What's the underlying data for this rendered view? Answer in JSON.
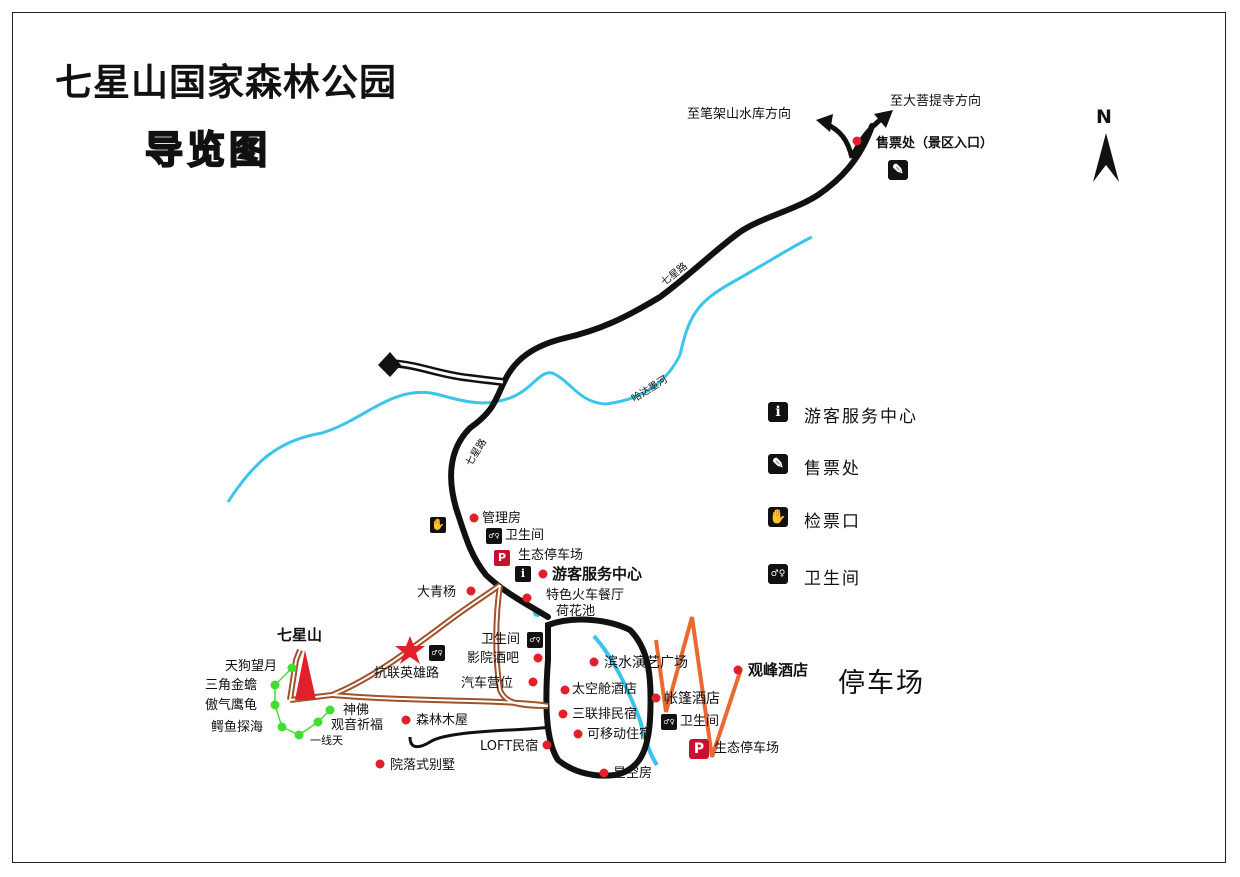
{
  "title": "七星山国家森林公园",
  "subtitle": "导览图",
  "north": "N",
  "directions": {
    "bijiashan": "至笔架山水库方向",
    "dapu": "至大菩提寺方向"
  },
  "ticket_office_entrance": "售票处（景区入口）",
  "roads": {
    "qixing_upper": "七星路",
    "qixing_lower": "七星路",
    "river": "哈达墨河"
  },
  "legend": [
    {
      "icon": "info-icon",
      "label": "游客服务中心"
    },
    {
      "icon": "ticket-office-icon",
      "label": "售票处"
    },
    {
      "icon": "ticket-check-icon",
      "label": "检票口"
    },
    {
      "icon": "restroom-icon",
      "label": "卫生间"
    }
  ],
  "parking_area_label": "停车场",
  "places": {
    "guanlifang": "管理房",
    "weishengjian1": "卫生间",
    "parking1": "生态停车场",
    "visitor_center": "游客服务中心",
    "daqingyang": "大青杨",
    "train_restaurant": "特色火车餐厅",
    "lotus_pond": "荷花池",
    "weishengjian2": "卫生间",
    "cinema_bar": "影院酒吧",
    "camp": "汽车营位",
    "hero_road": "抗联英雄路",
    "qixingshan": "七星山",
    "tiangou": "天狗望月",
    "sanjiao": "三角金蟾",
    "aoqi": "傲气鹰龟",
    "eyu": "鳄鱼探海",
    "shenfo": "神佛",
    "guanyin": "观音祈福",
    "yixiantian": "一线天",
    "senlin_muwu": "森林木屋",
    "yuanluo": "院落式别墅",
    "loft": "LOFT民宿",
    "binshui": "滨水演艺广场",
    "space_hotel": "太空舱酒店",
    "sanlian": "三联排民宿",
    "mobile": "可移动住宿",
    "star_room": "星空房",
    "tent_hotel": "帐篷酒店",
    "weishengjian3": "卫生间",
    "parking2": "生态停车场",
    "guanfeng_hotel": "观峰酒店"
  },
  "icon_glyphs": {
    "info": "i",
    "parking": "P",
    "restroom": "♂♀",
    "ticket_check": "✋",
    "ticket_office": "✎"
  },
  "colors": {
    "road": "#111111",
    "river": "#3cc4ea",
    "trail": "#a0522d",
    "zigzag": "#e86a32",
    "poi_red": "#e0202a",
    "poi_green": "#44dd33",
    "parking": "#c8102e"
  }
}
